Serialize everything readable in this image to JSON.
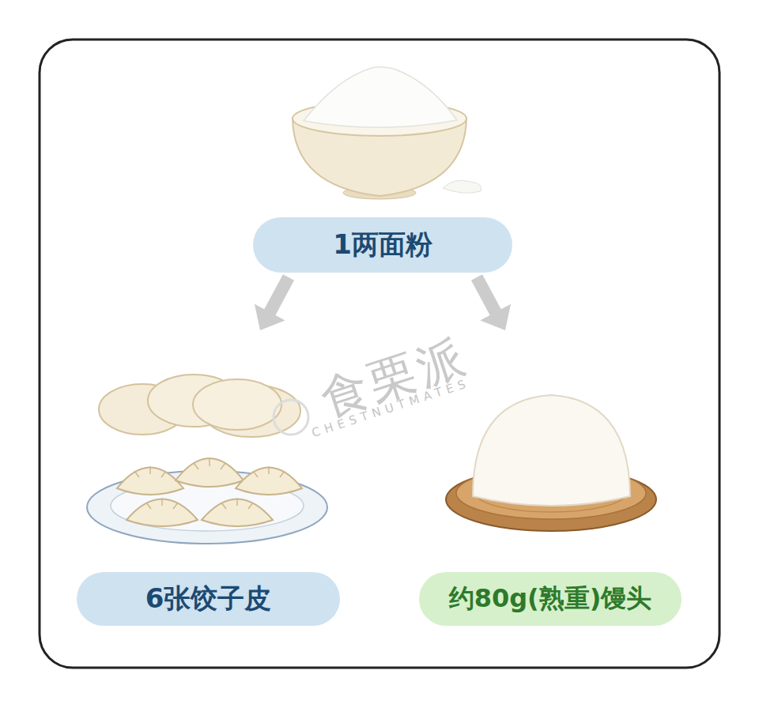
{
  "diagram": {
    "nodes": [
      {
        "text": [
          "1两面粉"
        ]
      },
      {
        "text": [
          "6张饺子皮"
        ]
      },
      {
        "text": [
          "约80g(熟重)馒头"
        ]
      }
    ],
    "edges": [
      {
        "from": 0,
        "to": 1,
        "arrow": "to"
      },
      {
        "from": 0,
        "to": 2,
        "arrow": "to"
      }
    ],
    "labels": [
      "食栗派",
      "CHESTNUTMATES"
    ]
  }
}
